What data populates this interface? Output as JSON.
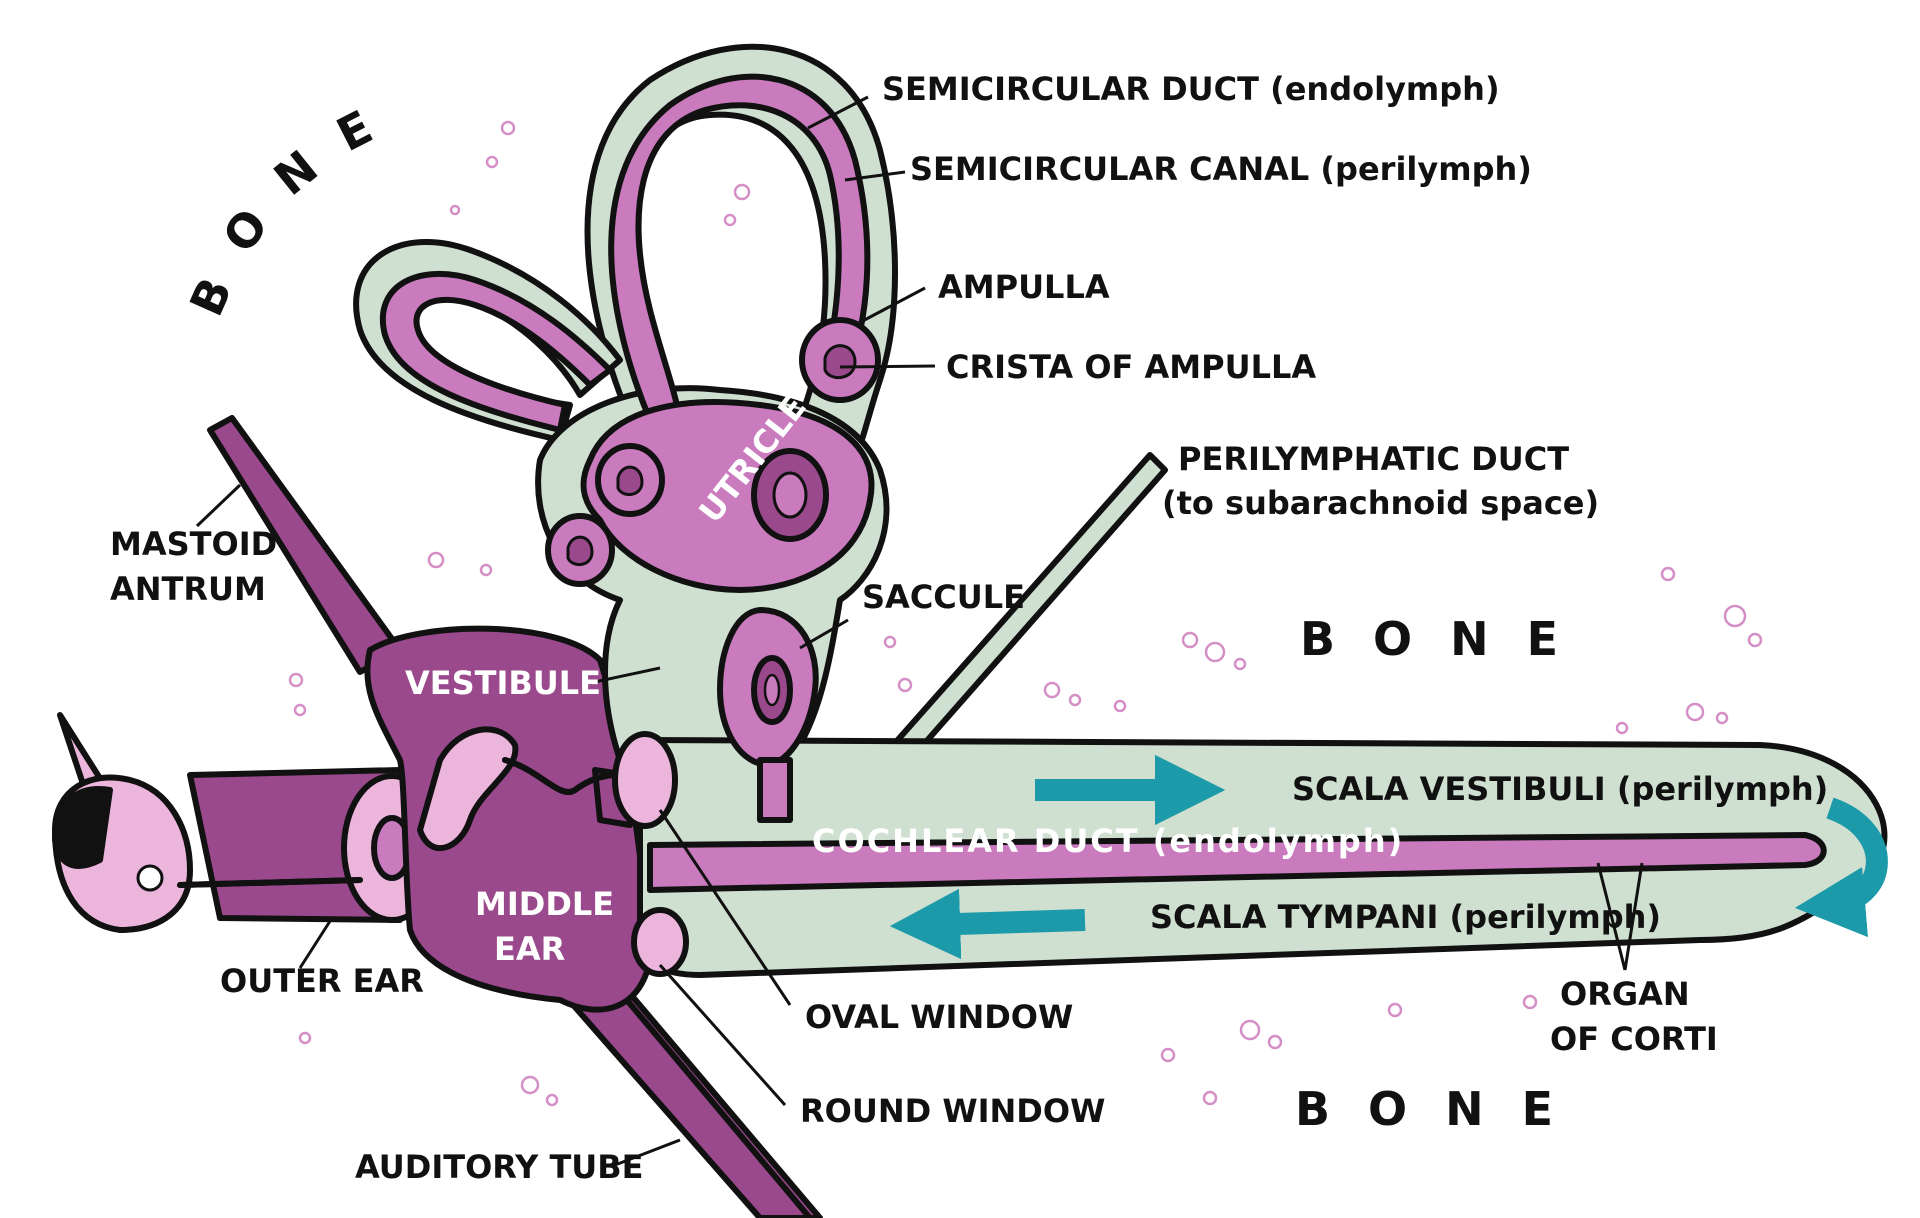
{
  "colors": {
    "perilymph_green": "#cfe0d1",
    "endolymph_pink": "#c97bbd",
    "ear_purple": "#9a4a8c",
    "pale_pink": "#ecb5dc",
    "arrow_teal": "#1d9aa9",
    "outline": "#111111"
  },
  "bone": {
    "top_left": "BONE",
    "middle": "BONE",
    "bottom": "BONE"
  },
  "labels": {
    "semicircular_duct": "SEMICIRCULAR DUCT (endolymph)",
    "semicircular_canal": "SEMICIRCULAR CANAL (perilymph)",
    "ampulla": "AMPULLA",
    "crista_of_ampulla": "CRISTA OF AMPULLA",
    "perilymphatic_duct_line1": "PERILYMPHATIC DUCT",
    "perilymphatic_duct_line2": "(to subarachnoid space)",
    "utricle": "UTRICLE",
    "saccule": "SACCULE",
    "mastoid_antrum_line1": "MASTOID",
    "mastoid_antrum_line2": "ANTRUM",
    "vestibule": "VESTIBULE",
    "scala_vestibuli": "SCALA VESTIBULI (perilymph)",
    "cochlear_duct": "COCHLEAR DUCT (endolymph)",
    "scala_tympani": "SCALA TYMPANI (perilymph)",
    "middle_ear_line1": "MIDDLE",
    "middle_ear_line2": "EAR",
    "outer_ear": "OUTER EAR",
    "oval_window": "OVAL WINDOW",
    "organ_of_corti_line1": "ORGAN",
    "organ_of_corti_line2": "OF CORTI",
    "round_window": "ROUND WINDOW",
    "auditory_tube": "AUDITORY TUBE"
  }
}
